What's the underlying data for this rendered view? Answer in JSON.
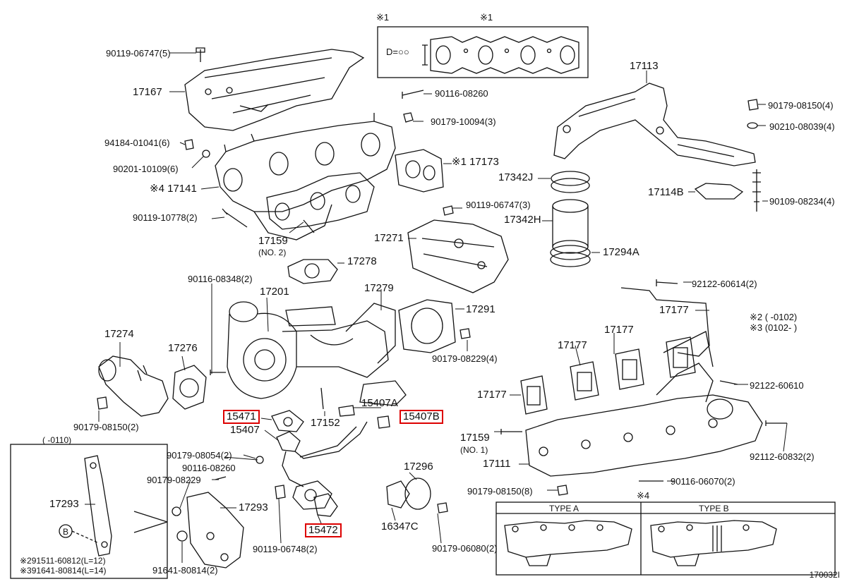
{
  "diagram_code": "170032I",
  "notes": {
    "n1": "※1",
    "n2": "※2 (     -0102)",
    "n3": "※3 (0102-     )",
    "n4": "※4",
    "gasket_label": "D=○○",
    "range_0110": "(     -0110)"
  },
  "types": {
    "a": "TYPE A",
    "b": "TYPE B"
  },
  "callout_b": "B",
  "parts": [
    {
      "id": "p1",
      "text": "90119-06747(5)"
    },
    {
      "id": "p2",
      "text": "17167"
    },
    {
      "id": "p3",
      "text": "90116-08260"
    },
    {
      "id": "p4",
      "text": "90179-10094(3)"
    },
    {
      "id": "p5",
      "text": "94184-01041(6)"
    },
    {
      "id": "p6",
      "text": "90201-10109(6)"
    },
    {
      "id": "p7",
      "text": "※4 17141"
    },
    {
      "id": "p8",
      "text": "※1 17173"
    },
    {
      "id": "p9",
      "text": "90119-10778(2)"
    },
    {
      "id": "p10",
      "text": "17159"
    },
    {
      "id": "p11",
      "text": "(NO. 2)"
    },
    {
      "id": "p12",
      "text": "90119-06747(3)"
    },
    {
      "id": "p13",
      "text": "17271"
    },
    {
      "id": "p14",
      "text": "17278"
    },
    {
      "id": "p15",
      "text": "17113"
    },
    {
      "id": "p16",
      "text": "90179-08150(4)"
    },
    {
      "id": "p17",
      "text": "90210-08039(4)"
    },
    {
      "id": "p18",
      "text": "17342J"
    },
    {
      "id": "p19",
      "text": "17114B"
    },
    {
      "id": "p20",
      "text": "90109-08234(4)"
    },
    {
      "id": "p21",
      "text": "17342H"
    },
    {
      "id": "p22",
      "text": "17294A"
    },
    {
      "id": "p23",
      "text": "90116-08348(2)"
    },
    {
      "id": "p24",
      "text": "17201"
    },
    {
      "id": "p25",
      "text": "17279"
    },
    {
      "id": "p26",
      "text": "17291"
    },
    {
      "id": "p27",
      "text": "92122-60614(2)"
    },
    {
      "id": "p28",
      "text": "17177"
    },
    {
      "id": "p29",
      "text": "17177"
    },
    {
      "id": "p30",
      "text": "17177"
    },
    {
      "id": "p31",
      "text": "17177"
    },
    {
      "id": "p32",
      "text": "17274"
    },
    {
      "id": "p33",
      "text": "17276"
    },
    {
      "id": "p34",
      "text": "90179-08229(4)"
    },
    {
      "id": "p35",
      "text": "92122-60610"
    },
    {
      "id": "p36",
      "text": "15407A"
    },
    {
      "id": "p37",
      "text": "15471"
    },
    {
      "id": "p38",
      "text": "15407B"
    },
    {
      "id": "p39",
      "text": "17152"
    },
    {
      "id": "p40",
      "text": "15407"
    },
    {
      "id": "p41",
      "text": "90179-08150(2)"
    },
    {
      "id": "p42",
      "text": "90179-08054(2)"
    },
    {
      "id": "p43",
      "text": "90116-08260"
    },
    {
      "id": "p44",
      "text": "90179-08229"
    },
    {
      "id": "p45",
      "text": "17296"
    },
    {
      "id": "p46",
      "text": "17159"
    },
    {
      "id": "p47",
      "text": "(NO. 1)"
    },
    {
      "id": "p48",
      "text": "17111"
    },
    {
      "id": "p49",
      "text": "92112-60832(2)"
    },
    {
      "id": "p50",
      "text": "90116-06070(2)"
    },
    {
      "id": "p51",
      "text": "90179-08150(8)"
    },
    {
      "id": "p52",
      "text": "17293"
    },
    {
      "id": "p53",
      "text": "17293"
    },
    {
      "id": "p54",
      "text": "16347C"
    },
    {
      "id": "p55",
      "text": "15472"
    },
    {
      "id": "p56",
      "text": "90179-06080(2)"
    },
    {
      "id": "p57",
      "text": "90119-06748(2)"
    },
    {
      "id": "p58",
      "text": "91641-80814(2)"
    },
    {
      "id": "p59",
      "text": "※291511-60812(L=12)"
    },
    {
      "id": "p60",
      "text": "※391641-80814(L=14)"
    }
  ]
}
